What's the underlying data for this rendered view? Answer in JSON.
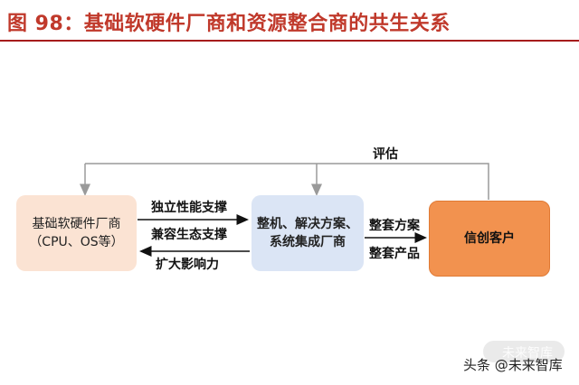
{
  "title": "图 98：基础软硬件厂商和资源整合商的共生关系",
  "nodes": {
    "foundation": {
      "line1": "基础软硬件厂商",
      "line2": "（CPU、OS等）"
    },
    "integrator": {
      "line1": "整机、解决方案、",
      "line2": "系统集成厂商"
    },
    "customer": {
      "line1": "信创客户"
    }
  },
  "edges": {
    "feedback": "评估",
    "forward_1": "独立性能支撑",
    "forward_2": "兼容生态支撑",
    "backward": "扩大影响力",
    "to_customer_1": "整套方案",
    "to_customer_2": "整套产品"
  },
  "watermark": {
    "text": "头条 @未来智库",
    "ghost": "未来智库"
  },
  "colors": {
    "title": "#c0392b",
    "foundation_fill": "#fbe3d3",
    "integrator_fill": "#dbe5f5",
    "customer_fill": "#f2924f"
  }
}
